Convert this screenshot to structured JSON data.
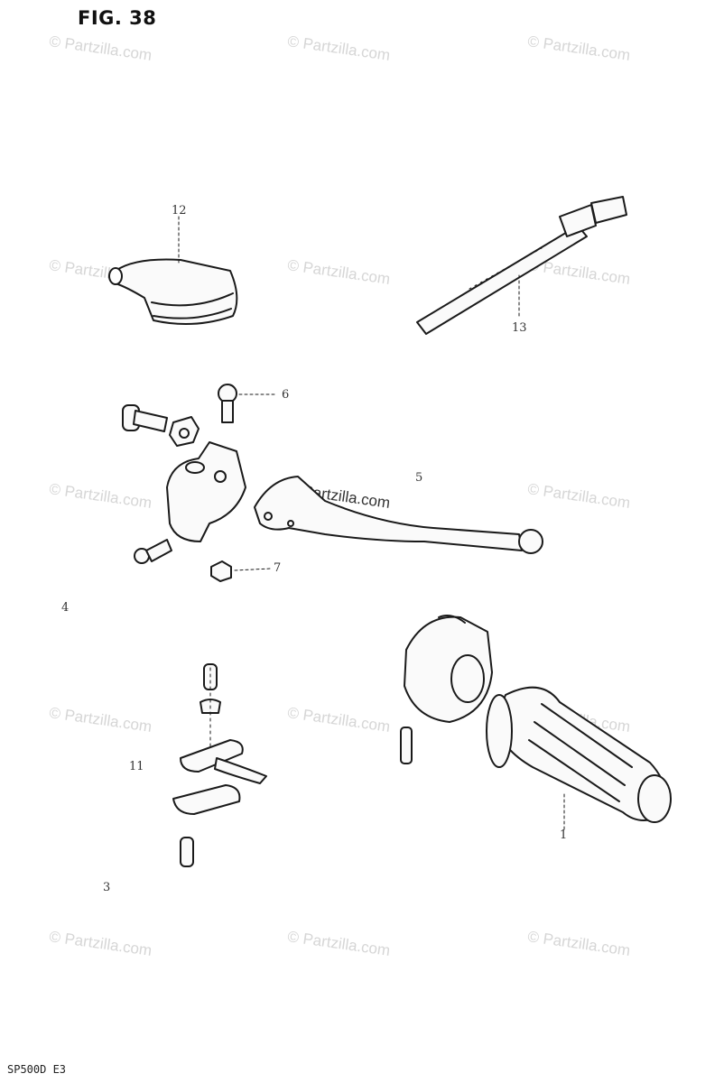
{
  "figure": {
    "title": "FIG. 38",
    "footer_code": "SP500D E3"
  },
  "watermark": {
    "text": "© Partzilla.com"
  },
  "callouts": {
    "grip": "1",
    "bracket_screw": "3",
    "holder_bolt": "4",
    "lever": "5",
    "pivot_bolt": "6",
    "nut": "7",
    "bracket": "11",
    "lever_cover": "12",
    "band": "13"
  }
}
